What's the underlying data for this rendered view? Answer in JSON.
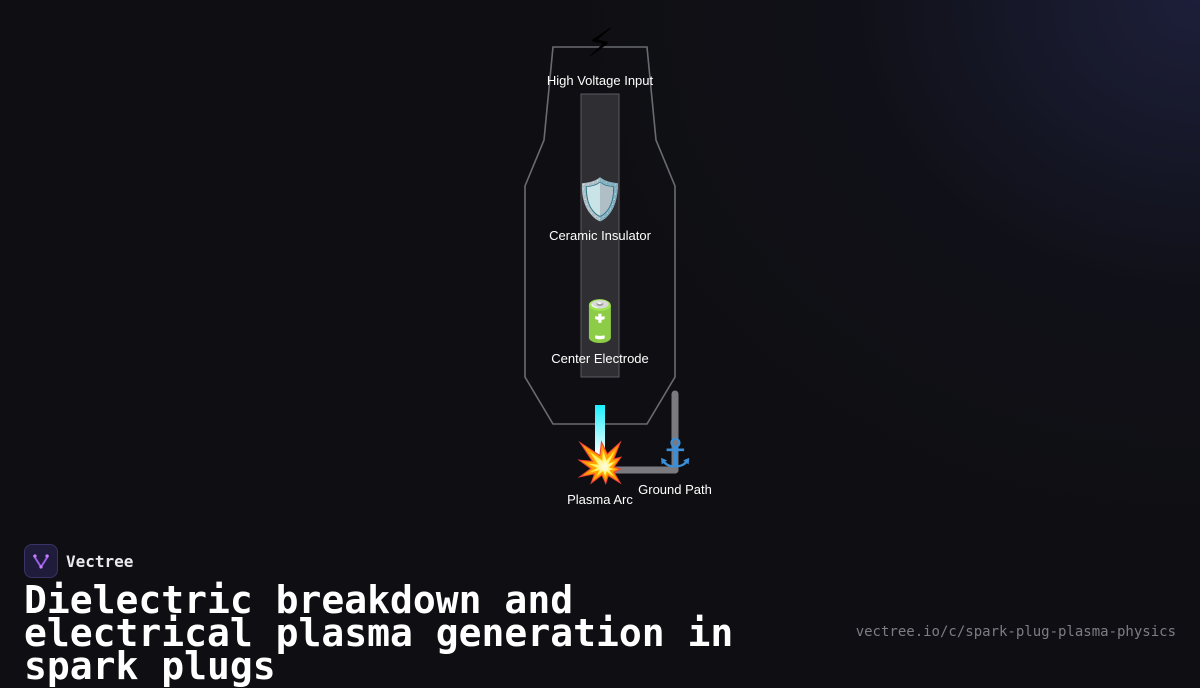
{
  "diagram": {
    "nodes": [
      {
        "id": "hv",
        "icon": "⚡",
        "icon_name": "lightning-bolt-icon",
        "label": "High Voltage Input"
      },
      {
        "id": "ins",
        "icon": "🛡️",
        "icon_name": "shield-icon",
        "label": "Ceramic Insulator"
      },
      {
        "id": "ele",
        "icon": "🔋",
        "icon_name": "battery-icon",
        "label": "Center Electrode"
      },
      {
        "id": "arc",
        "icon": "💥",
        "icon_name": "explosion-icon",
        "label": "Plasma Arc"
      },
      {
        "id": "gnd",
        "icon": "⚓",
        "icon_name": "anchor-icon",
        "label": "Ground Path"
      }
    ],
    "colors": {
      "outline": "#8a8a92",
      "insulator_fill": "#2e2e33",
      "ground_electrode": "#7a7a7f",
      "arc_top": "#19f0ff",
      "arc_bottom": "#ffffff"
    }
  },
  "brand": {
    "name": "Vectree",
    "logo_icon": "vectree-logo-icon"
  },
  "title": "Dielectric breakdown and electrical plasma generation in spark plugs",
  "url": "vectree.io/c/spark-plug-plasma-physics"
}
